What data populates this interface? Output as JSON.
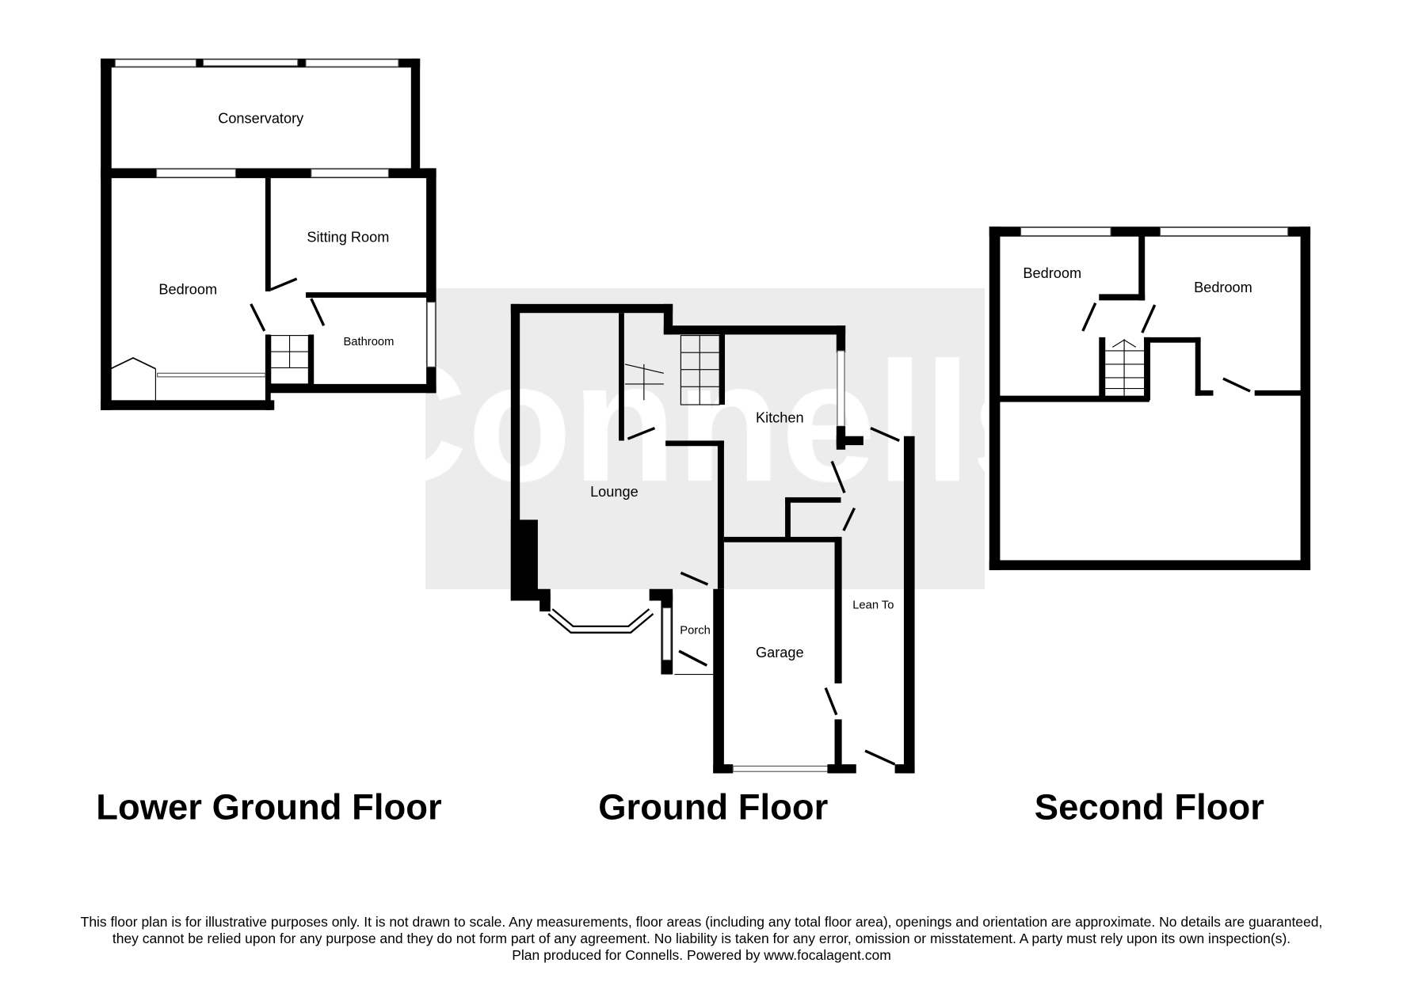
{
  "watermark": "Connells",
  "floors": [
    {
      "title": "Lower Ground Floor",
      "rooms": [
        "Conservatory",
        "Sitting Room",
        "Bedroom",
        "Bathroom"
      ]
    },
    {
      "title": "Ground Floor",
      "rooms": [
        "Kitchen",
        "Lounge",
        "Porch",
        "Garage",
        "Lean To"
      ]
    },
    {
      "title": "Second Floor",
      "rooms": [
        "Bedroom",
        "Bedroom"
      ]
    }
  ],
  "disclaimer": {
    "line1": "This floor plan is for illustrative purposes only. It is not drawn to scale. Any measurements, floor areas (including any total floor area), openings and orientation are approximate. No details are guaranteed,",
    "line2": "they cannot be relied upon for any purpose and they do not form part of any agreement. No liability is taken for any error, omission or misstatement. A party must rely upon its own inspection(s).",
    "line3": "Plan produced for Connells. Powered by www.focalagent.com"
  },
  "colors": {
    "wall": "#000000",
    "watermark_bg": "#ececec"
  }
}
